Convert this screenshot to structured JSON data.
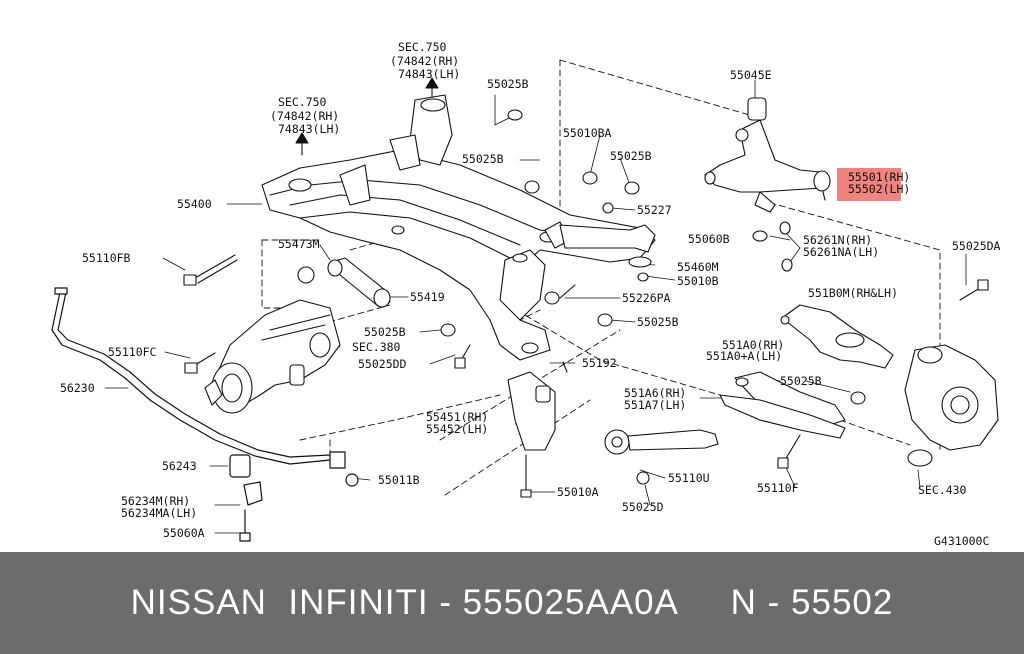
{
  "diagram": {
    "labels": {
      "sec750_a": "SEC.750",
      "p74842_a": "(74842(RH)",
      "p74843_a": "74843(LH)",
      "sec750_b": "SEC.750",
      "p74842_b": "(74842(RH)",
      "p74843_b": "74843(LH)",
      "p55025b_1": "55025B",
      "p55010ba": "55010BA",
      "p55025b_2": "55025B",
      "p55025b_3": "55025B",
      "p55045e": "55045E",
      "p55501": "55501(RH)",
      "p55502": "55502(LH)",
      "p55400": "55400",
      "p55227": "55227",
      "p55060b": "55060B",
      "p56261n": "56261N(RH)",
      "p56261na": "56261NA(LH)",
      "p55025da": "55025DA",
      "p55110fb": "55110FB",
      "p55473m": "55473M",
      "p55460m": "55460M",
      "p55010b": "55010B",
      "p55419": "55419",
      "p55226pa": "55226PA",
      "p551b0m": "551B0M(RH&LH)",
      "p55025b_4": "55025B",
      "p55025b_5": "55025B",
      "p55110fc": "55110FC",
      "sec380": "SEC.380",
      "p55025dd": "55025DD",
      "p551a0": "551A0(RH)",
      "p551a0a": "551A0+A(LH)",
      "p56230": "56230",
      "p55192": "55192",
      "p55025b_6": "55025B",
      "p551a6": "551A6(RH)",
      "p551a7": "551A7(LH)",
      "p55451": "55451(RH)",
      "p55452": "55452(LH)",
      "p56243": "56243",
      "p55011b": "55011B",
      "p55110u": "55110U",
      "p55110f": "55110F",
      "sec430": "SEC.430",
      "p56234m": "56234M(RH)",
      "p56234ma": "56234MA(LH)",
      "p55010a": "55010A",
      "p55060a": "55060A",
      "p55025d": "55025D",
      "ref": "G431000C"
    }
  },
  "footer": {
    "text": "NISSAN  INFINITI - 555025AA0A     N - 55502"
  },
  "colors": {
    "highlight": "#f1837f",
    "footer_bg": "#6c6c6c",
    "ink": "#111111"
  }
}
